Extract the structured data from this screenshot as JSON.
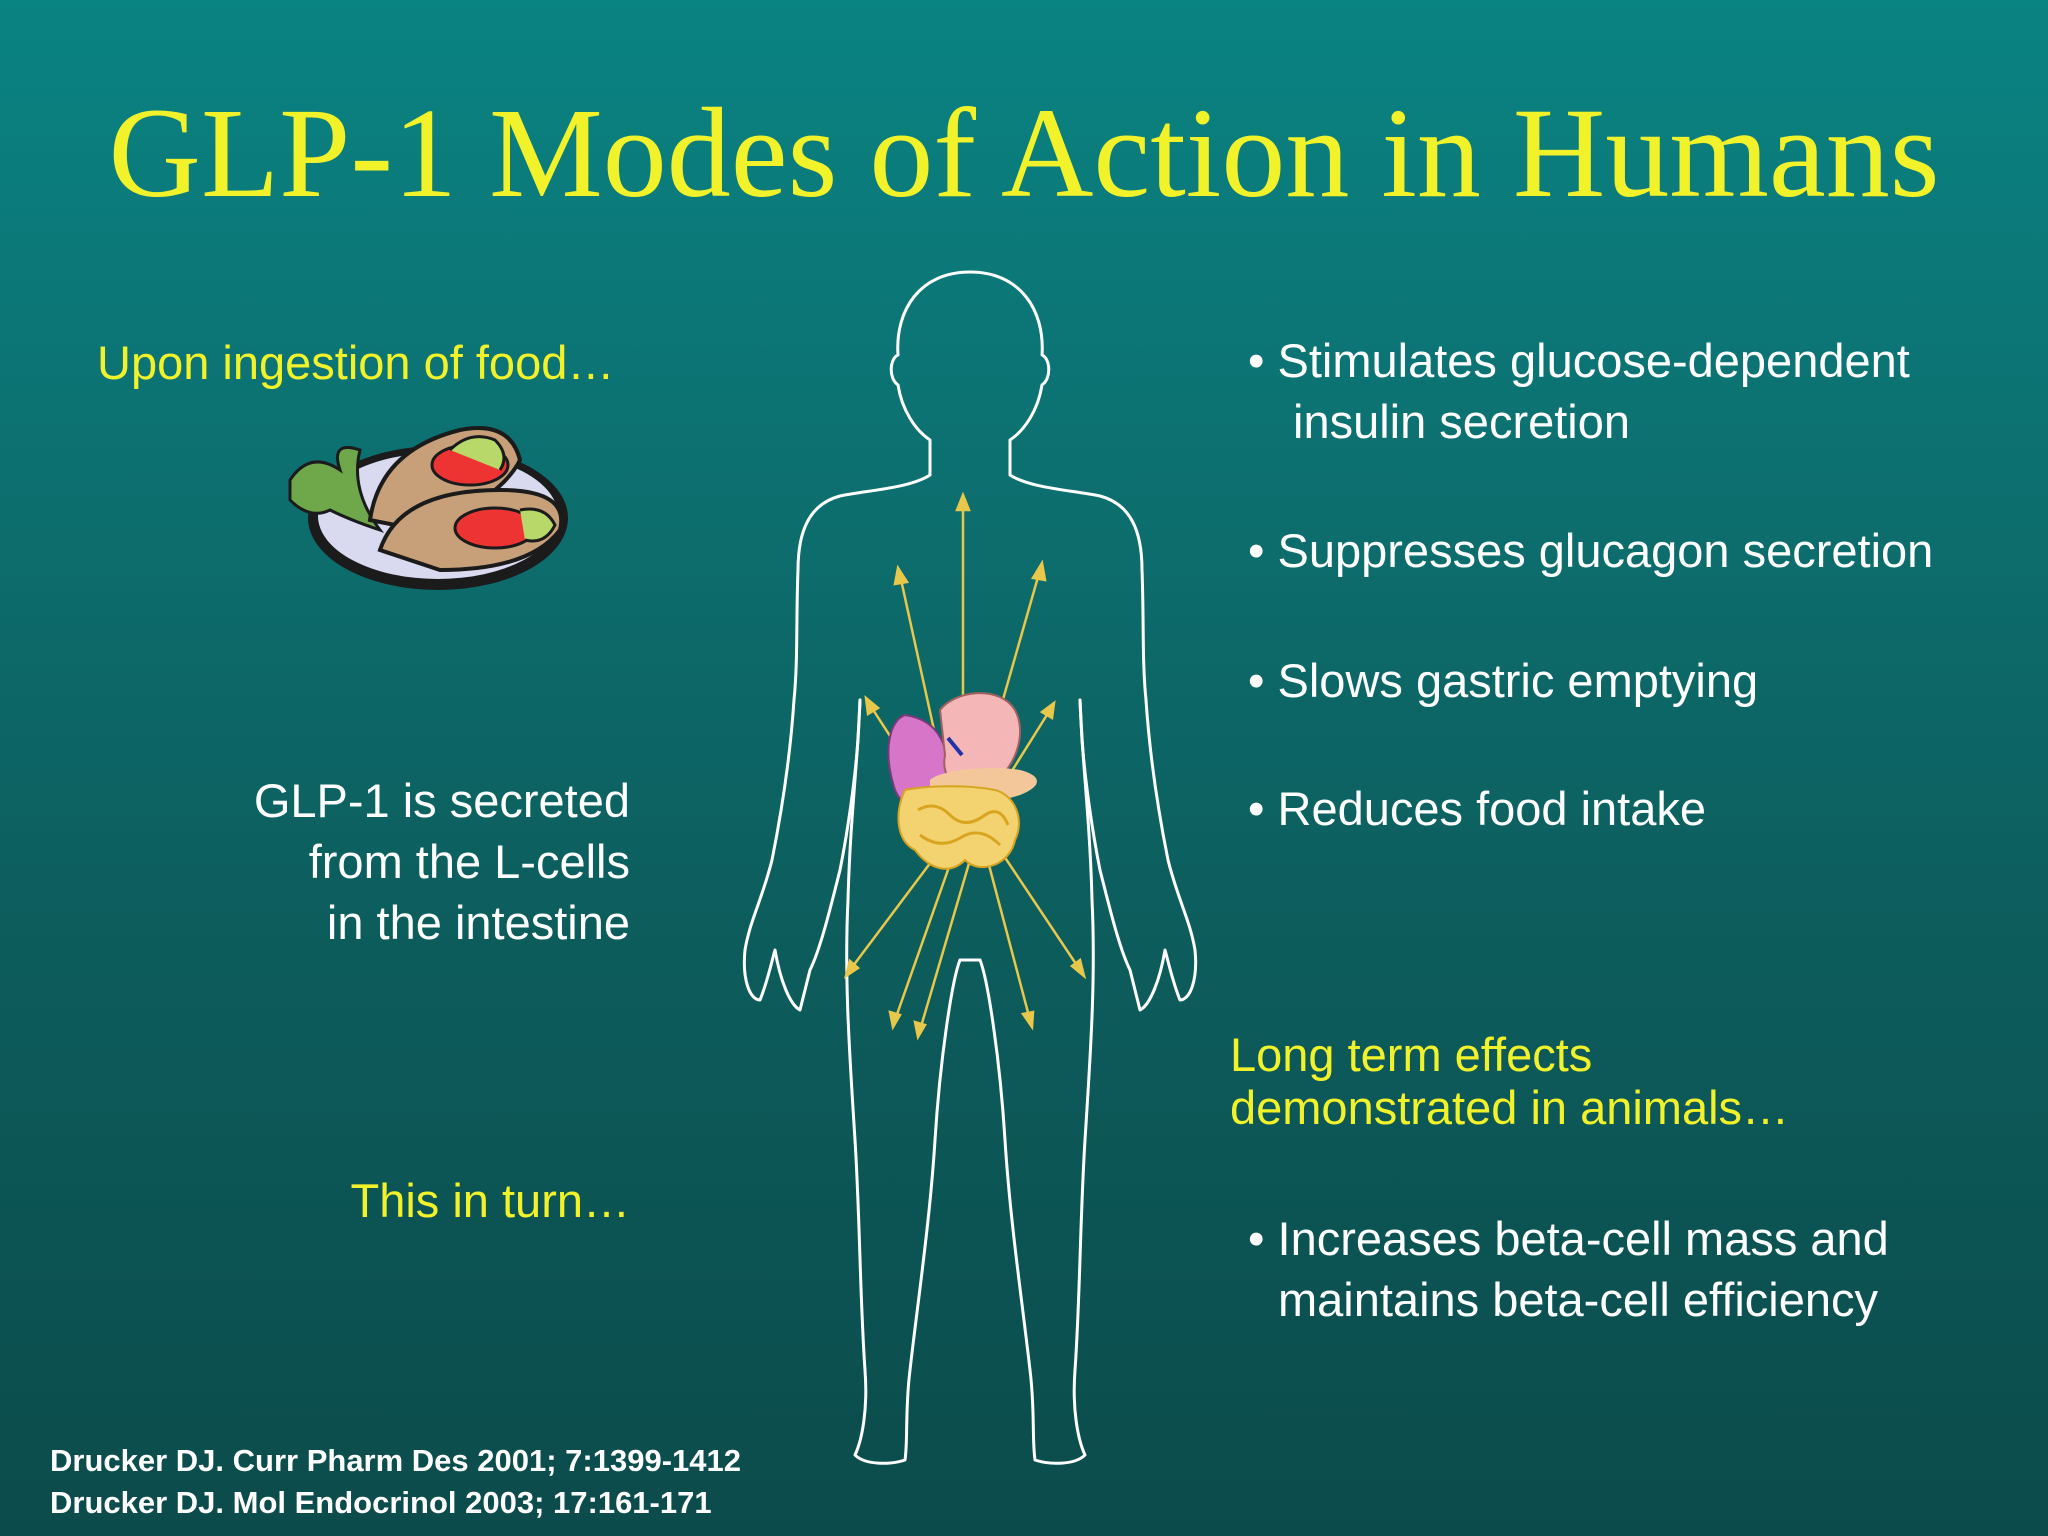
{
  "title": "GLP-1 Modes of Action in Humans",
  "left": {
    "ingestion": "Upon ingestion of food…",
    "secreted": [
      "GLP-1 is secreted",
      "from the L-cells",
      "in the intestine"
    ],
    "in_turn": "This in turn…"
  },
  "right": {
    "bullets": [
      [
        "• Stimulates glucose-dependent",
        "insulin secretion"
      ],
      [
        "• Suppresses glucagon secretion"
      ],
      [
        "• Slows gastric emptying"
      ],
      [
        "• Reduces food intake"
      ]
    ],
    "long_term_heading": [
      "Long term effects",
      "demonstrated in animals…"
    ],
    "long_term_bullet": [
      "• Increases beta-cell mass and",
      "maintains beta-cell efficiency"
    ]
  },
  "references": [
    "Drucker DJ. Curr Pharm Des 2001; 7:1399-1412",
    "Drucker DJ. Mol Endocrinol 2003; 17:161-171"
  ],
  "colors": {
    "accent_yellow": "#f2f22a",
    "text_white": "#ffffff",
    "background": "#0d6a6a"
  },
  "icons": [
    "food-plate-icon",
    "human-body-outline",
    "stomach-liver-intestine-icon",
    "arrow-icon"
  ]
}
